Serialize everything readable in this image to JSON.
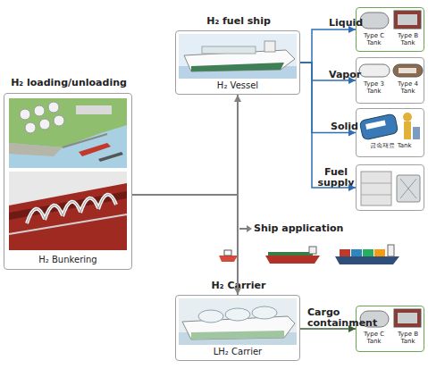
{
  "diagram": {
    "nodes": [
      {
        "text": [
          "H₂ loading/unloading",
          "H₂ Bunkering"
        ]
      },
      {
        "text": [
          "H₂ fuel ship",
          "H₂ Vessel"
        ]
      },
      {
        "text": [
          "Type C Tank",
          "Type B Tank"
        ]
      },
      {
        "text": [
          "Type 3 Tank",
          "Type 4 Tank"
        ]
      },
      {
        "text": [
          "금속재료 Tank"
        ]
      },
      {
        "text": [
          "Fuel supply"
        ]
      },
      {
        "text": [
          "H₂ Carrier",
          "LH₂ Carrier"
        ]
      },
      {
        "text": [
          "Type C Tank",
          "Type B Tank"
        ]
      }
    ],
    "edges": [
      {
        "from": 0,
        "to": 1,
        "arrow": "to"
      },
      {
        "from": 0,
        "to": 6,
        "arrow": "to"
      },
      {
        "from": 1,
        "to": 2,
        "label": "Liquid",
        "arrow": "to"
      },
      {
        "from": 1,
        "to": 3,
        "label": "Vapor",
        "arrow": "to"
      },
      {
        "from": 1,
        "to": 4,
        "label": "Solid",
        "arrow": "to"
      },
      {
        "from": 1,
        "to": 5,
        "arrow": "to"
      },
      {
        "from": 6,
        "to": 7,
        "label": "Cargo containment",
        "arrow": "to"
      }
    ],
    "labels": [
      "Ship application"
    ]
  }
}
